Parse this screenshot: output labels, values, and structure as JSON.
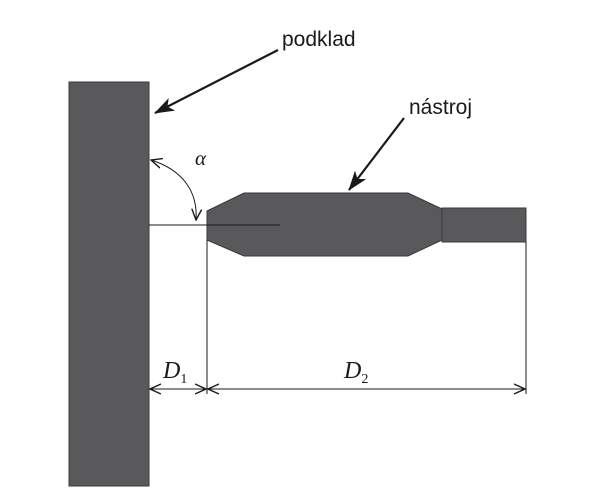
{
  "labels": {
    "substrate": "podklad",
    "tool": "nástroj",
    "angle": "α",
    "distance1": {
      "symbol": "D",
      "subscript": "1"
    },
    "distance2": {
      "symbol": "D",
      "subscript": "2"
    }
  },
  "colors": {
    "shape_fill": "#59595b",
    "shape_stroke": "#3a3a3a",
    "line": "#1a1a1a",
    "background": "#ffffff"
  }
}
